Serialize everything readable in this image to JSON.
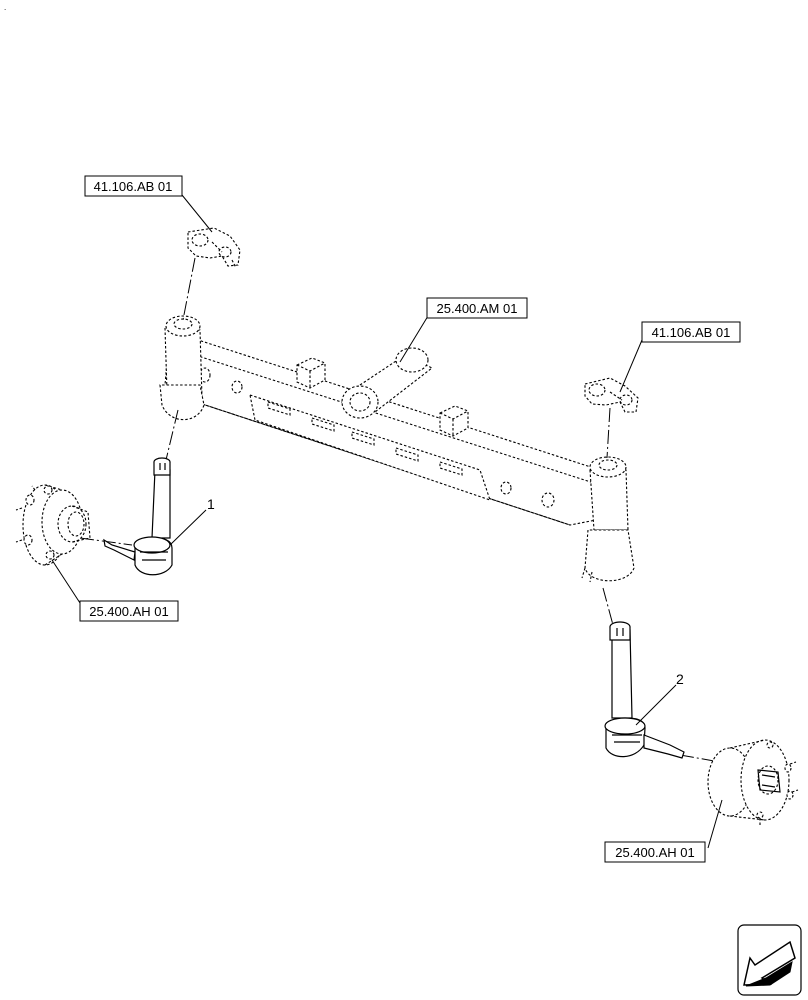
{
  "references": {
    "top_left": "41.106.AB 01",
    "axle_beam": "25.400.AM 01",
    "right": "41.106.AB 01",
    "hub_left": "25.400.AH 01",
    "hub_right": "25.400.AH 01"
  },
  "callouts": {
    "item1": "1",
    "item2": "2"
  },
  "icons": {
    "navigation": "arrow-icon"
  },
  "colors": {
    "line": "#000000",
    "background": "#ffffff"
  }
}
